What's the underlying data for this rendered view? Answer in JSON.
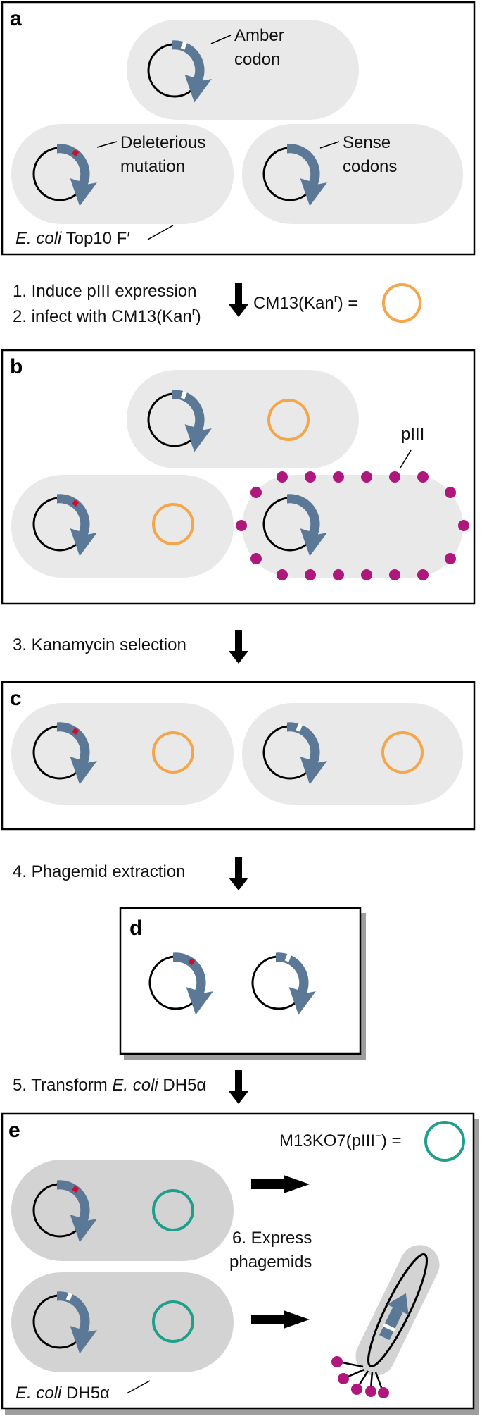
{
  "colors": {
    "cell_light": "#e9e9e9",
    "cell_dark": "#d3d3d3",
    "plasmid_ring": "#000000",
    "gene_arrow": "#5b7896",
    "amber_mark": "#ffffff",
    "deleterious_mark": "#c8102e",
    "cm13_phage": "#f5a54a",
    "m13ko7_phage": "#1f9e8a",
    "piii_protein": "#b0177c",
    "panel_shadow": "#9e9e9e"
  },
  "panels": {
    "a": {
      "letter": "a",
      "label_amber_line1": "Amber",
      "label_amber_line2": "codon",
      "label_deleterious_line1": "Deleterious",
      "label_deleterious_line2": "mutation",
      "label_sense_line1": "Sense",
      "label_sense_line2": "codons",
      "strain_italic": "E. coli",
      "strain_rest": "Top10 F′"
    },
    "b": {
      "letter": "b",
      "label_piii": "pIII"
    },
    "c": {
      "letter": "c"
    },
    "d": {
      "letter": "d"
    },
    "e": {
      "letter": "e",
      "label_helper_main": "M13KO7(pIII",
      "label_helper_sup": "−",
      "label_helper_end": ") =",
      "step6_line1": "6. Express",
      "step6_line2": "phagemids",
      "strain_italic": "E. coli",
      "strain_rest": "DH5α"
    }
  },
  "steps": {
    "step1": "1. Induce pIII expression",
    "step2_main": "2. infect with CM13(Kan",
    "step2_sup": "r",
    "step2_end": ")",
    "legend_main": "CM13(Kan",
    "legend_sup": "r",
    "legend_end": ") =",
    "step3": "3. Kanamycin selection",
    "step4": "4. Phagemid extraction",
    "step5_prefix": "5. Transform ",
    "step5_italic": "E. coli",
    "step5_suffix": " DH5α"
  }
}
